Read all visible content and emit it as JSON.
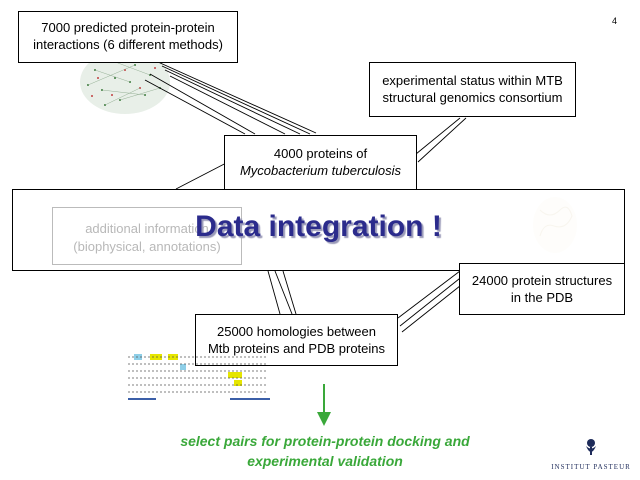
{
  "page_number": "4",
  "boxes": {
    "interactions": {
      "line1": "7000 predicted protein-protein",
      "line2": "interactions (6 different methods)"
    },
    "experimental": {
      "line1": "experimental status within MTB",
      "line2": "structural genomics consortium"
    },
    "proteins": {
      "line1": "4000 proteins of",
      "line2": "Mycobacterium tuberculosis"
    },
    "structures": {
      "line1": "24000 protein structures",
      "line2": "in the PDB"
    },
    "homologies": {
      "line1": "25000 homologies between",
      "line2": "Mtb proteins and PDB proteins"
    },
    "additional": {
      "line1": "additional information",
      "line2": "(biophysical, annotations)"
    }
  },
  "banner": {
    "title": "Data integration !"
  },
  "action": {
    "line1": "select pairs for  protein-protein docking",
    "line2": "and experimental validation"
  },
  "logo": {
    "text": "INSTITUT PASTEUR"
  },
  "colors": {
    "banner_text": "#2b2b8c",
    "action_text": "#3aa83a",
    "arrow": "#3aa83a",
    "logo": "#1e2b5a"
  }
}
